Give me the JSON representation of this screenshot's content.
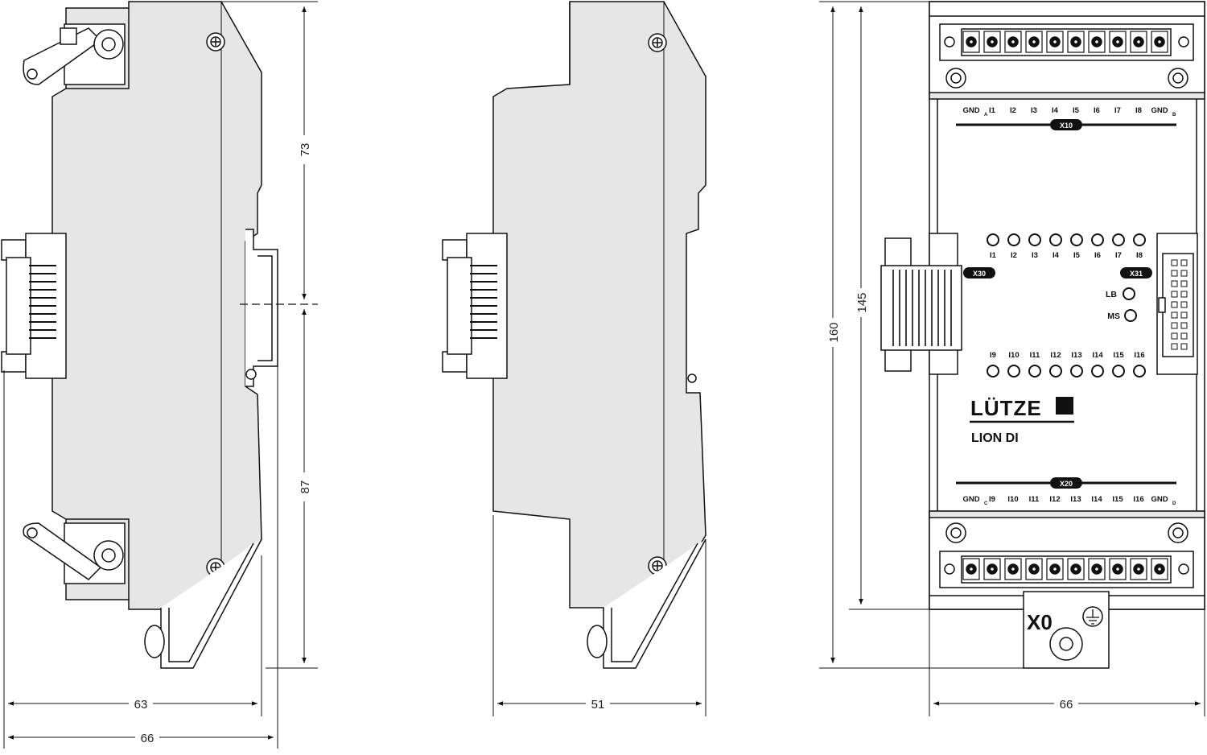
{
  "dimensions": {
    "side_top": "73",
    "side_bottom": "87",
    "side_width_inner": "63",
    "side_width_outer": "66",
    "mid_width": "51",
    "front_height_outer": "160",
    "front_height_inner": "145",
    "front_width": "66"
  },
  "module": {
    "brand": "LÜTZE",
    "model": "LION DI",
    "earth_terminal": "X0",
    "connectors": {
      "top": "X10",
      "bottom": "X20",
      "left": "X30",
      "right": "X31"
    },
    "top_terminal_labels": [
      "GND",
      "I1",
      "I2",
      "I3",
      "I4",
      "I5",
      "I6",
      "I7",
      "I8",
      "GND"
    ],
    "top_terminal_subs": [
      "A",
      "B"
    ],
    "bottom_terminal_labels": [
      "GND",
      "I9",
      "I10",
      "I11",
      "I12",
      "I13",
      "I14",
      "I15",
      "I16",
      "GND"
    ],
    "bottom_terminal_subs": [
      "C",
      "D"
    ],
    "led_row1_labels": [
      "I1",
      "I2",
      "I3",
      "I4",
      "I5",
      "I6",
      "I7",
      "I8"
    ],
    "led_row2_labels": [
      "I9",
      "I10",
      "I11",
      "I12",
      "I13",
      "I14",
      "I15",
      "I16"
    ],
    "status_leds": [
      "LB",
      "MS"
    ]
  },
  "colors": {
    "line": "#111111",
    "body": "#e6e6e6",
    "dark": "#1a1a1a"
  }
}
